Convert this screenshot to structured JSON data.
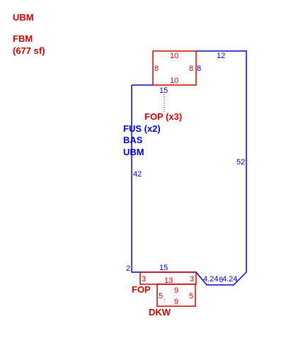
{
  "colors": {
    "red": "#cc0000",
    "blue": "#0000cc",
    "background": "#ffffff"
  },
  "labels": {
    "ubm_top": "UBM",
    "fbm": "FBM",
    "fbm_area": "(677 sf)",
    "fop_x3": "FOP (x3)",
    "fus_x2": "FUS (x2)",
    "bas": "BAS",
    "ubm": "UBM",
    "fop_bottom": "FOP",
    "dkw": "DKW"
  },
  "dimensions": {
    "top_box_top": "10",
    "top_box_left": "8",
    "top_box_right": "8",
    "top_box_bottom": "10",
    "main_top_right": "12",
    "main_right_side": "8",
    "main_top_left": "15",
    "main_left": "42",
    "main_right": "52",
    "main_bottom": "15",
    "main_bottom_left": "2",
    "fop_left": "3",
    "fop_bottom": "13",
    "fop_right": "3",
    "chamfer_a": "4.24",
    "chamfer_b": "4.24",
    "chamfer_sep": "6",
    "dkw_top": "9",
    "dkw_left": "5",
    "dkw_right": "5",
    "dkw_bottom": "9"
  }
}
